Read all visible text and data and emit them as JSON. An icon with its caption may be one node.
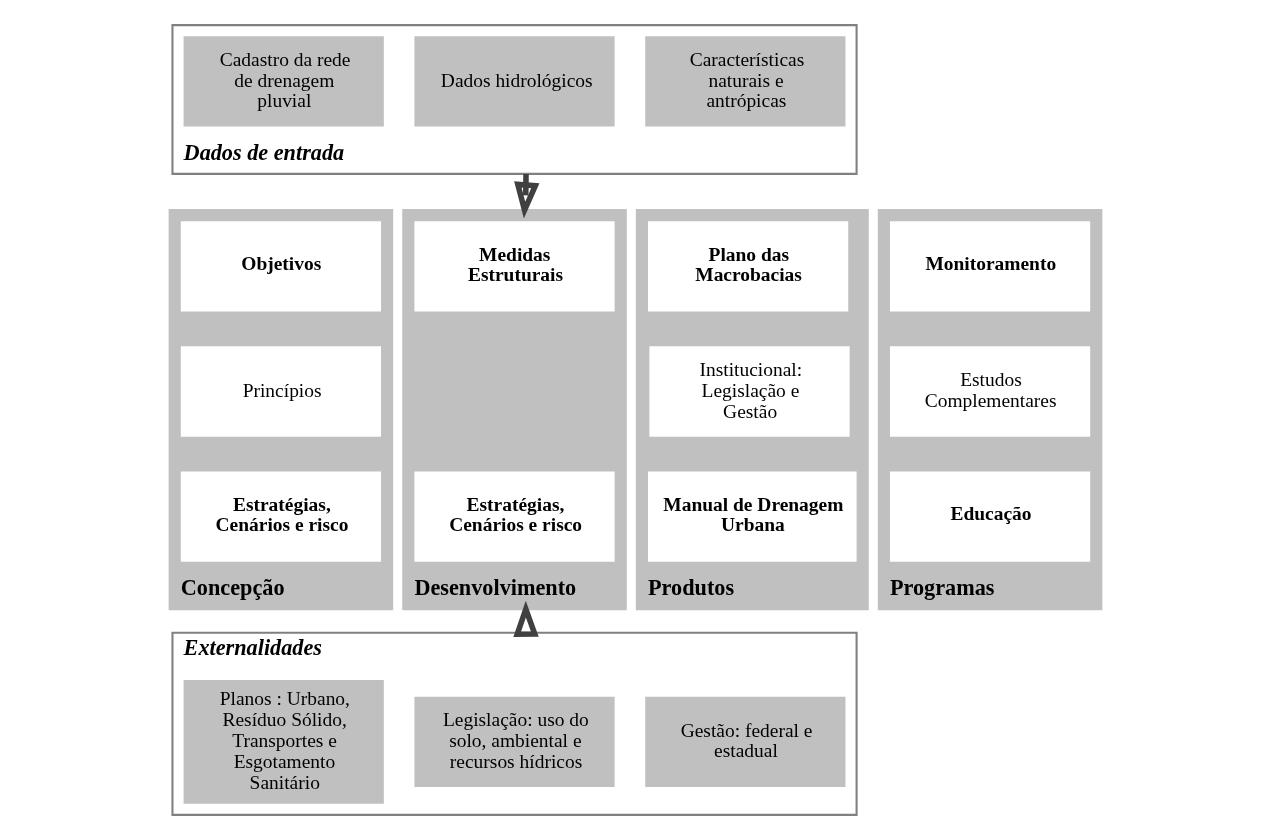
{
  "diagram": {
    "nodes": [
      {
        "text": [
          "Dados de entrada"
        ]
      },
      {
        "text": [
          "Cadastro da rede de drenagem pluvial"
        ],
        "in": 0
      },
      {
        "text": [
          "Dados hidrológicos"
        ],
        "in": 0
      },
      {
        "text": [
          "Características naturais e antrópicas"
        ],
        "in": 0
      },
      {
        "text": [
          "Concepção"
        ]
      },
      {
        "text": [
          "Objetivos"
        ],
        "in": 4
      },
      {
        "text": [
          "Princípios"
        ],
        "in": 4
      },
      {
        "text": [
          "Estratégias, Cenários e risco"
        ],
        "in": 4
      },
      {
        "text": [
          "Desenvolvimento"
        ]
      },
      {
        "text": [
          "Medidas Estruturais"
        ],
        "in": 8
      },
      {
        "text": [
          "Estratégias, Cenários e risco"
        ],
        "in": 8
      },
      {
        "text": [
          "Produtos"
        ]
      },
      {
        "text": [
          "Plano das Macrobacias"
        ],
        "in": 11
      },
      {
        "text": [
          "Institucional:",
          "Legislação e Gestão"
        ],
        "in": 11
      },
      {
        "text": [
          "Manual de Drenagem Urbana"
        ],
        "in": 11
      },
      {
        "text": [
          "Programas"
        ]
      },
      {
        "text": [
          "Monitoramento"
        ],
        "in": 15
      },
      {
        "text": [
          "Estudos Complementares"
        ],
        "in": 15
      },
      {
        "text": [
          "Educação"
        ],
        "in": 15
      },
      {
        "text": [
          "Externalidades"
        ]
      },
      {
        "text": [
          "Planos : Urbano, Resíduo Sólido, Transportes e Esgotamento Sanitário"
        ],
        "in": 19
      },
      {
        "text": [
          "Legislação: uso do solo, ambiental e recursos hídricos"
        ],
        "in": 19
      },
      {
        "text": [
          "Gestão: federal e estadual"
        ],
        "in": 19
      }
    ],
    "edges": [
      {
        "from": 0,
        "to": 8,
        "arrow": "to"
      },
      {
        "from": 19,
        "to": 8,
        "arrow": "to"
      }
    ]
  }
}
